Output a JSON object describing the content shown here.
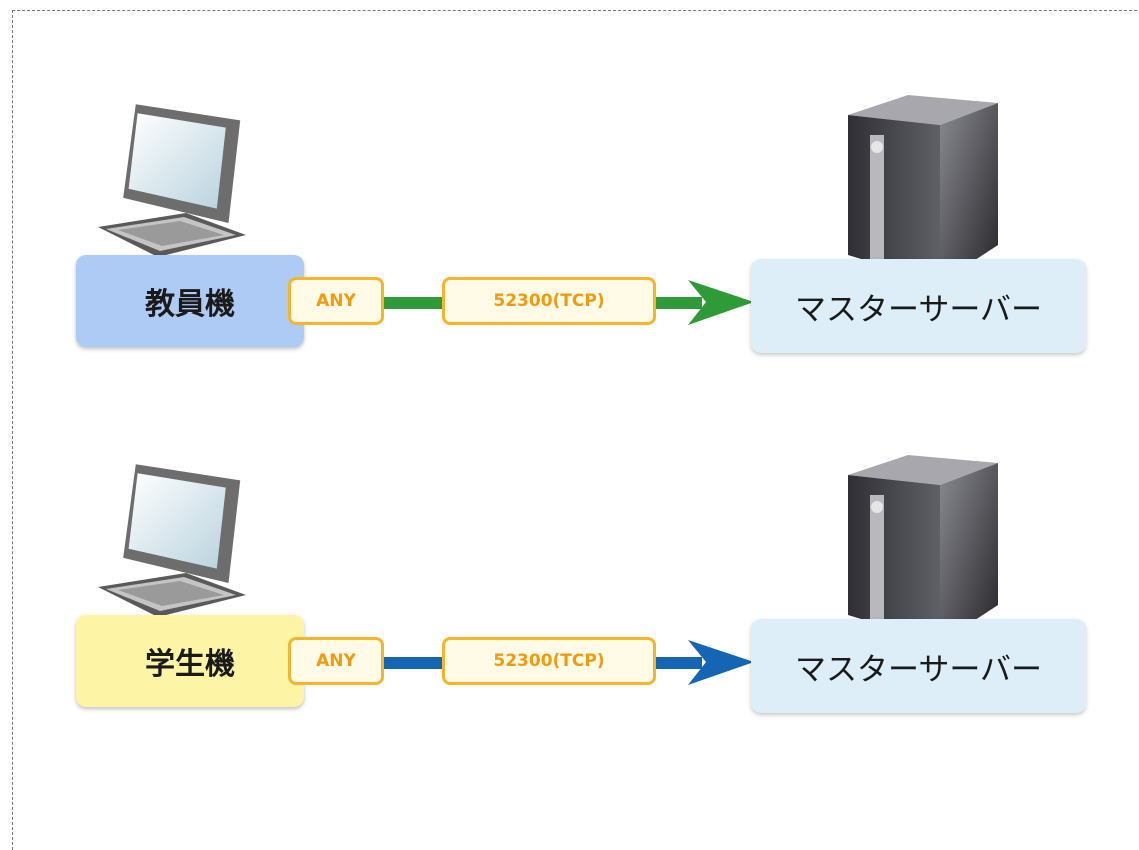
{
  "rows": [
    {
      "client_label": "教員機",
      "client_color": "#aecbf5",
      "source_port": "ANY",
      "dest_port": "52300(TCP)",
      "arrow_color": "#2e9a38",
      "server_label": "マスターサーバー"
    },
    {
      "client_label": "学生機",
      "client_color": "#fdf4a6",
      "source_port": "ANY",
      "dest_port": "52300(TCP)",
      "arrow_color": "#1565b5",
      "server_label": "マスターサーバー"
    }
  ],
  "icons": {
    "client": "laptop-computer-icon",
    "server": "tower-server-icon"
  }
}
